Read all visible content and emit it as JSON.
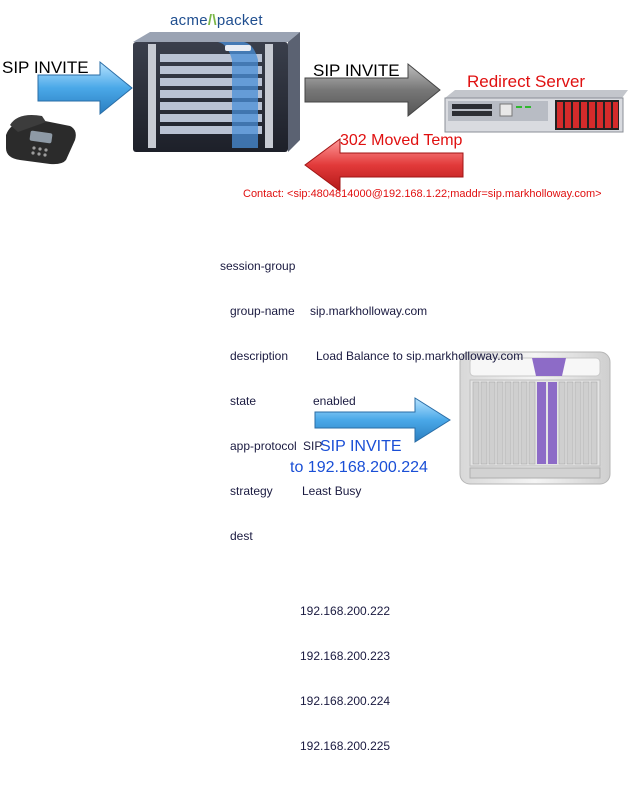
{
  "logo": {
    "text_left": "acme",
    "text_right": "packet"
  },
  "labels": {
    "invite_in": "SIP INVITE",
    "invite_out": "SIP INVITE",
    "redirect_server": "Redirect Server",
    "moved_temp": "302 Moved Temp",
    "contact": "Contact: <sip:4804814000@192.168.1.22;maddr=sip.markholloway.com>",
    "final_line1": "SIP INVITE",
    "final_line2": "to 192.168.200.224"
  },
  "config": {
    "heading": "session-group",
    "rows": [
      {
        "key": "group-name",
        "value": "sip.markholloway.com"
      },
      {
        "key": "description",
        "value": "Load Balance to sip.markholloway.com"
      },
      {
        "key": "state",
        "value": "enabled"
      },
      {
        "key": "app-protocol",
        "value": "SIP"
      },
      {
        "key": "strategy",
        "value": "Least Busy"
      },
      {
        "key": "dest",
        "value": ""
      }
    ],
    "destinations": [
      "192.168.200.222",
      "192.168.200.223",
      "192.168.200.224",
      "192.168.200.225"
    ]
  },
  "colors": {
    "blue_arrow": "#4aa8e8",
    "gray_arrow": "#777777",
    "red_arrow": "#e23a3a",
    "red_text": "#e01010",
    "blue_text": "#1a4fd6"
  },
  "icons": [
    "phone-icon",
    "session-border-controller-icon",
    "redirect-server-icon",
    "softswitch-chassis-icon"
  ]
}
